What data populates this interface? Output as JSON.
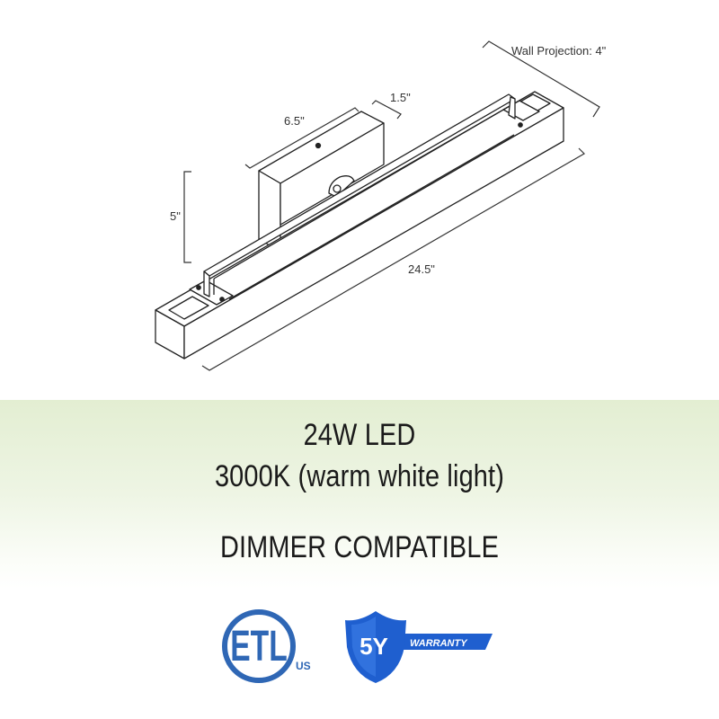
{
  "diagram": {
    "dimensions": {
      "wall_projection": "Wall Projection: 4\"",
      "backplate_width": "6.5\"",
      "backplate_depth": "1.5\"",
      "height": "5\"",
      "length": "24.5\""
    }
  },
  "specs": {
    "wattage": "24W LED",
    "color_temp": "3000K (warm white light)",
    "dimmer": "DIMMER COMPATIBLE"
  },
  "certifications": {
    "etl_logo": {
      "text": "ETL",
      "suffix": "US",
      "color": "#2f67b5"
    },
    "warranty_badge": {
      "years": "5Y",
      "label": "WARRANTY",
      "color": "#1f5fcf"
    }
  }
}
